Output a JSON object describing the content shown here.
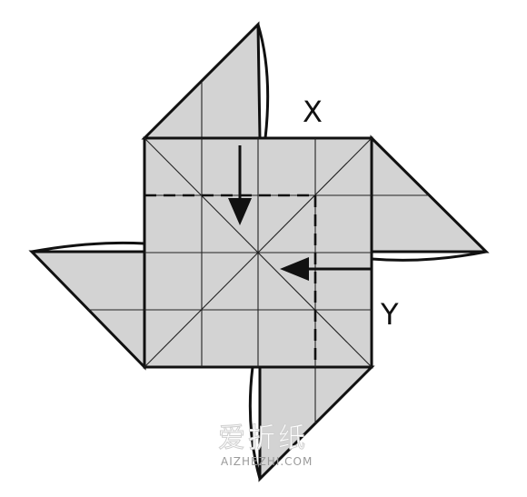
{
  "labels": {
    "x": "X",
    "y": "Y"
  },
  "watermark": {
    "main": "爱折纸",
    "sub": "AIZHEZHI.COM"
  },
  "colors": {
    "paper": "#d3d3d3",
    "line": "#111111",
    "background": "#ffffff"
  },
  "icons": {
    "fold_arrow_down": "arrow-down-icon",
    "fold_arrow_left": "arrow-left-icon"
  }
}
